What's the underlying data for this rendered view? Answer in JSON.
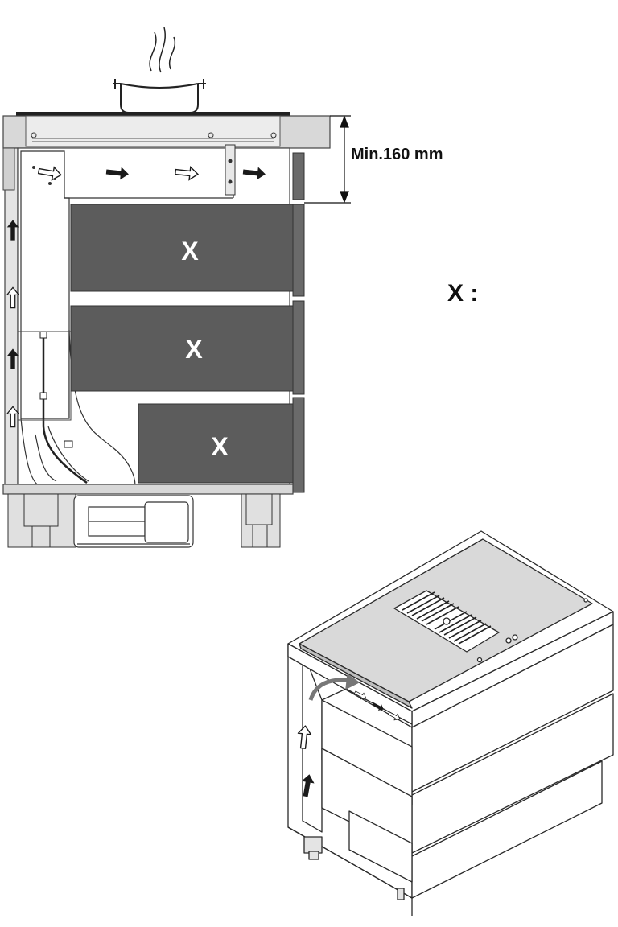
{
  "diagram": {
    "clearance_label": "Min.160 mm",
    "drawer_marks": [
      "X",
      "X",
      "X"
    ],
    "legend_label": "X :",
    "colors": {
      "outline": "#2a2a2a",
      "cabinet": "#d8d8d8",
      "drawer": "#5c5c5c",
      "panel": "#ffffff",
      "worktop": "#d9d9d9",
      "arrow_dark": "#1a1a1a"
    },
    "icons": [
      "steam-icon",
      "pot-icon",
      "airflow-arrow-icon",
      "dimension-arrow-icon"
    ]
  }
}
